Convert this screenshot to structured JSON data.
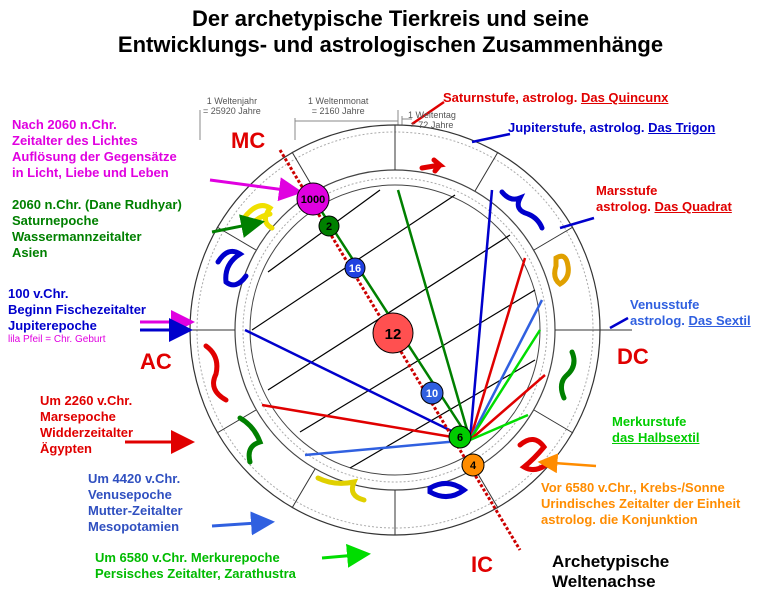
{
  "title": {
    "line1": "Der archetypische Tierkreis und seine",
    "line2": "Entwicklungs- und astrologischen Zusammenhänge"
  },
  "axes": {
    "mc": "MC",
    "ic": "IC",
    "ac": "AC",
    "dc": "DC"
  },
  "scale": {
    "weltenjahr": [
      "1 Weltenjahr",
      "= 25920 Jahre"
    ],
    "weltenmonat": [
      "1 Weltenmonat",
      "= 2160 Jahre"
    ],
    "weltentag": [
      "1 Weltentag",
      "= 72 Jahre"
    ]
  },
  "circle_numbers": [
    "1000",
    "2",
    "16",
    "12",
    "10",
    "6",
    "4"
  ],
  "left_labels": {
    "a2060": [
      "Nach 2060 n.Chr.",
      "Zeitalter des Lichtes",
      "Auflösung der Gegensätze",
      "in Licht, Liebe und Leben"
    ],
    "b2060": [
      "2060 n.Chr. (Dane Rudhyar)",
      "Saturnepoche",
      "Wassermannzeitalter",
      "Asien"
    ],
    "c100": [
      "100 v.Chr.",
      "Beginn Fischezeitalter",
      "Jupiterepoche"
    ],
    "c100_note": "lila Pfeil = Chr. Geburt",
    "d2260": [
      "Um 2260 v.Chr.",
      "Marsepoche",
      "Widderzeitalter",
      "Ägypten"
    ],
    "e4420": [
      "Um 4420 v.Chr.",
      "Venusepoche",
      "Mutter-Zeitalter",
      "Mesopotamien"
    ],
    "f6580": [
      "Um 6580 v.Chr. Merkurepoche",
      "Persisches Zeitalter, Zarathustra"
    ]
  },
  "right_labels": {
    "saturn": {
      "prefix": "Saturnstufe, astrolog. ",
      "link": "Das Quincunx"
    },
    "jupiter": {
      "prefix": "Jupiterstufe, astrolog. ",
      "link": "Das Trigon"
    },
    "mars": {
      "line1": "Marsstufe",
      "prefix": "astrolog. ",
      "link": "Das Quadrat"
    },
    "venus": {
      "line1": "Venusstufe",
      "prefix": "astrolog. ",
      "link": "Das Sextil"
    },
    "merkur": {
      "line1": "Merkurstufe",
      "line2": "das Halbsextil"
    },
    "krebs": [
      "Vor 6580 v.Chr., Krebs-/Sonne",
      "Urindisches Zeitalter der Einheit",
      "astrolog. die Konjunktion"
    ],
    "weltenachse": [
      "Archetypische",
      "Weltenachse"
    ]
  },
  "colors": {
    "red": "#e00000",
    "magenta": "#e000e0",
    "green": "#008000",
    "blue": "#0000cc",
    "orange": "#ff8c00",
    "lime": "#00cc00",
    "zodiac_yellow": "#f0e000"
  }
}
